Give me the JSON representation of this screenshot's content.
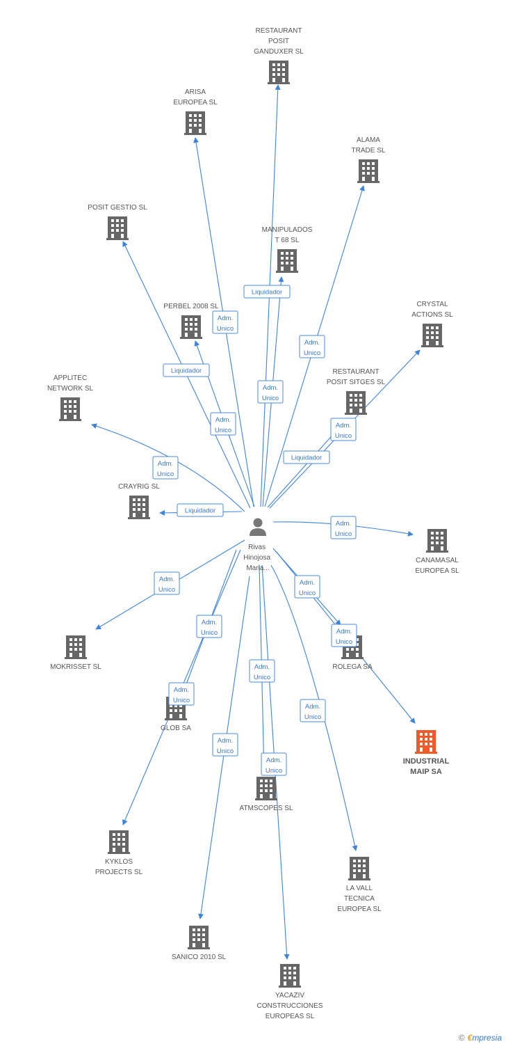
{
  "center": {
    "lines": [
      "Rivas",
      "Hinojosa",
      "Maria..."
    ]
  },
  "colors": {
    "edge": "#3f84d8",
    "node": "#666666",
    "highlight": "#f05a28"
  },
  "nodes": [
    {
      "id": "restaurant_ganduxer",
      "lines": [
        "RESTAURANT",
        "POSIT",
        "GANDUXER SL"
      ]
    },
    {
      "id": "arisa",
      "lines": [
        "ARISA",
        "EUROPEA SL"
      ]
    },
    {
      "id": "alama",
      "lines": [
        "ALAMA",
        "TRADE SL"
      ]
    },
    {
      "id": "posit_gestio",
      "lines": [
        "POSIT GESTIO SL"
      ]
    },
    {
      "id": "manipulados",
      "lines": [
        "MANIPULADOS",
        "T 68 SL"
      ]
    },
    {
      "id": "perbel",
      "lines": [
        "PERBEL 2008 SL"
      ]
    },
    {
      "id": "crystal",
      "lines": [
        "CRYSTAL",
        "ACTIONS SL"
      ]
    },
    {
      "id": "restaurant_sitges",
      "lines": [
        "RESTAURANT",
        "POSIT SITGES SL"
      ]
    },
    {
      "id": "applitec",
      "lines": [
        "APPLITEC",
        "NETWORK SL"
      ]
    },
    {
      "id": "crayrig",
      "lines": [
        "CRAYRIG SL"
      ]
    },
    {
      "id": "canamasal",
      "lines": [
        "CANAMASAL",
        "EUROPEA SL"
      ]
    },
    {
      "id": "mokrisset",
      "lines": [
        "MOKRISSET SL"
      ]
    },
    {
      "id": "rolega",
      "lines": [
        "ROLEGA SA"
      ]
    },
    {
      "id": "glob",
      "lines": [
        "GLOB SA"
      ]
    },
    {
      "id": "industrial",
      "lines": [
        "INDUSTRIAL",
        "MAIP SA"
      ],
      "highlight": true
    },
    {
      "id": "atmscopes",
      "lines": [
        "ATMSCOPES SL"
      ]
    },
    {
      "id": "kyklos",
      "lines": [
        "KYKLOS",
        "PROJECTS SL"
      ]
    },
    {
      "id": "la_vall",
      "lines": [
        "LA VALL",
        "TECNICA",
        "EUROPEA SL"
      ]
    },
    {
      "id": "sanico",
      "lines": [
        "SANICO 2010 SL"
      ]
    },
    {
      "id": "yacaziv",
      "lines": [
        "YACAZIV",
        "CONSTRUCCIONES",
        "EUROPEAS SL"
      ]
    }
  ],
  "edges": [
    {
      "from": "center",
      "to": "restaurant_ganduxer",
      "lines": [
        "Liquidador"
      ]
    },
    {
      "from": "center",
      "to": "arisa",
      "lines": [
        "Adm.",
        "Unico"
      ]
    },
    {
      "from": "center",
      "to": "alama",
      "lines": [
        "Adm.",
        "Unico"
      ]
    },
    {
      "from": "center",
      "to": "posit_gestio",
      "lines": [
        "Liquidador"
      ]
    },
    {
      "from": "center",
      "to": "manipulados",
      "lines": [
        "Adm.",
        "Unico"
      ]
    },
    {
      "from": "center",
      "to": "perbel",
      "lines": [
        "Adm.",
        "Unico"
      ]
    },
    {
      "from": "center",
      "to": "crystal",
      "lines": [
        "Adm.",
        "Unico"
      ]
    },
    {
      "from": "center",
      "to": "restaurant_sitges",
      "lines": [
        "Liquidador"
      ]
    },
    {
      "from": "center",
      "to": "applitec",
      "lines": [
        "Adm.",
        "Unico"
      ]
    },
    {
      "from": "center",
      "to": "crayrig",
      "lines": [
        "Liquidador"
      ]
    },
    {
      "from": "center",
      "to": "canamasal",
      "lines": [
        "Adm.",
        "Unico"
      ]
    },
    {
      "from": "center",
      "to": "mokrisset",
      "lines": [
        "Adm.",
        "Unico"
      ]
    },
    {
      "from": "center",
      "to": "rolega",
      "lines": [
        "Adm.",
        "Unico"
      ]
    },
    {
      "from": "center",
      "to": "industrial",
      "lines": [
        "Adm.",
        "Unico"
      ]
    },
    {
      "from": "center",
      "to": "glob",
      "lines": [
        "Adm.",
        "Unico"
      ]
    },
    {
      "from": "center",
      "to": "kyklos",
      "lines": [
        "Adm.",
        "Unico"
      ]
    },
    {
      "from": "center",
      "to": "atmscopes",
      "lines": [
        "Adm.",
        "Unico"
      ]
    },
    {
      "from": "center",
      "to": "yacaziv",
      "lines": [
        "Adm.",
        "Unico"
      ]
    },
    {
      "from": "center",
      "to": "la_vall",
      "lines": [
        "Adm.",
        "Unico"
      ]
    },
    {
      "from": "center",
      "to": "sanico",
      "lines": [
        "Adm.",
        "Unico"
      ]
    }
  ],
  "footer": {
    "copyright": "©",
    "brand_e": "€",
    "brand_rest": "mpresia"
  }
}
